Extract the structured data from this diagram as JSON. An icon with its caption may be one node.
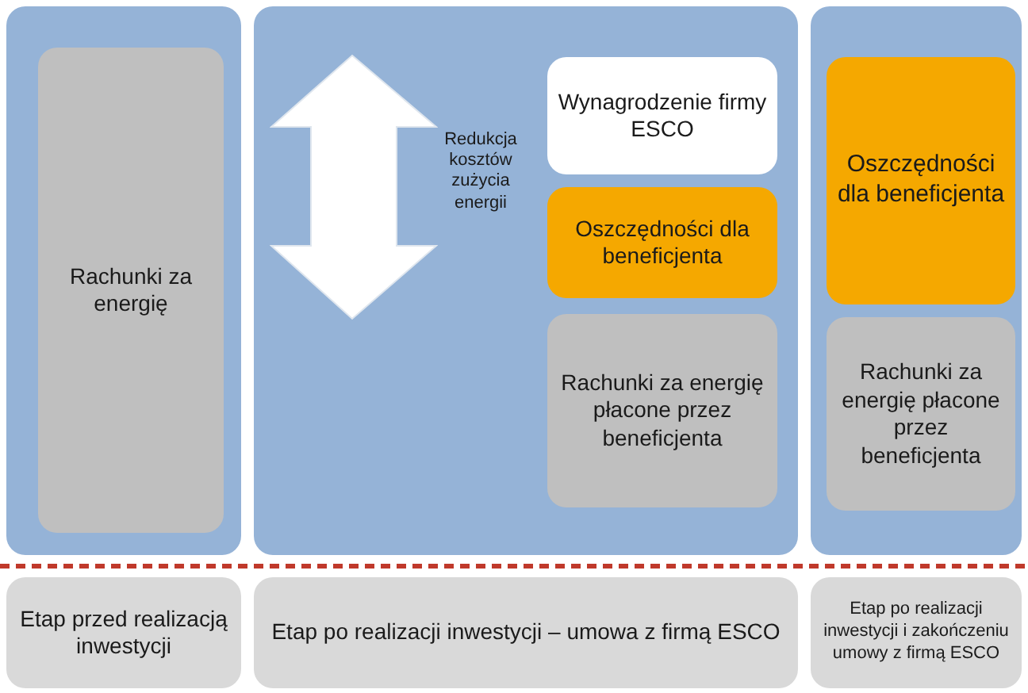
{
  "diagram": {
    "nodes": [
      {
        "text": [],
        "shape": "box"
      },
      {
        "text": [
          "Rachunki za energię"
        ],
        "in": 0
      },
      {
        "text": [],
        "shape": "box"
      },
      {
        "text": [
          "Wynagrodzenie firmy ESCO"
        ],
        "in": 2
      },
      {
        "text": [
          "Oszczędności dla beneficjenta"
        ],
        "in": 2
      },
      {
        "text": [
          "Rachunki za energię płacone przez beneficjenta"
        ],
        "in": 2
      },
      {
        "text": [],
        "shape": "box"
      },
      {
        "text": [
          "Oszczędności dla beneficjenta"
        ],
        "in": 6
      },
      {
        "text": [
          "Rachunki za energię płacone przez beneficjenta"
        ],
        "in": 6
      },
      {
        "text": [
          "Etap przed realizacją inwestycji"
        ]
      },
      {
        "text": [
          "Etap po  realizacji inwestycji – umowa z firmą ESCO"
        ]
      },
      {
        "text": [
          "Etap po realizacji inwestycji i zakończeniu umowy z firmą ESCO"
        ]
      }
    ],
    "edges": [],
    "labels": [
      "Redukcja kosztów zużycia energii"
    ]
  }
}
